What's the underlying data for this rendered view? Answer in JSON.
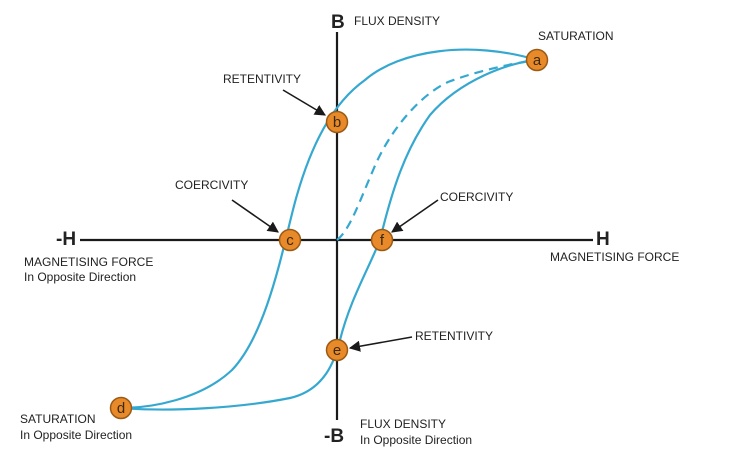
{
  "axes": {
    "pos_h": "H",
    "neg_h": "-H",
    "pos_b": "B",
    "neg_b": "-B"
  },
  "labels": {
    "flux_density_top": "FLUX DENSITY",
    "flux_density_bottom": "FLUX DENSITY",
    "flux_density_bottom_sub": "In Opposite Direction",
    "magnetising_force_right": "MAGNETISING FORCE",
    "magnetising_force_left": "MAGNETISING FORCE",
    "magnetising_force_left_sub": "In Opposite Direction",
    "saturation_top": "SATURATION",
    "saturation_bottom": "SATURATION",
    "saturation_bottom_sub": "In Opposite Direction",
    "retentivity_top": "RETENTIVITY",
    "retentivity_bottom": "RETENTIVITY",
    "coercivity_left": "COERCIVITY",
    "coercivity_right": "COERCIVITY"
  },
  "points": {
    "a": "a",
    "b": "b",
    "c": "c",
    "d": "d",
    "e": "e",
    "f": "f"
  },
  "colors": {
    "axis": "#1a1a1a",
    "curve": "#35a8d0",
    "marker_fill": "#e8892a",
    "marker_stroke": "#9a5a14"
  }
}
